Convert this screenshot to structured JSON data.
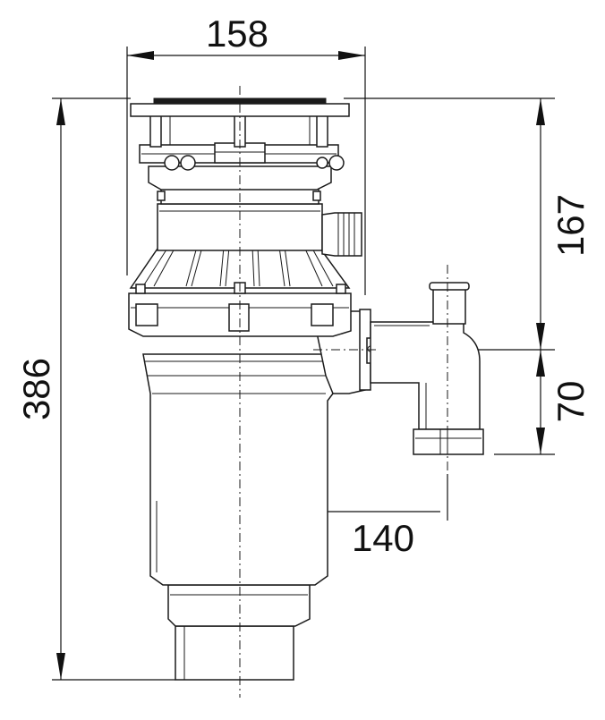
{
  "dimensions": {
    "top_width": "158",
    "total_height": "386",
    "upper_height": "167",
    "outlet_drop": "70",
    "outlet_offset": "140"
  }
}
